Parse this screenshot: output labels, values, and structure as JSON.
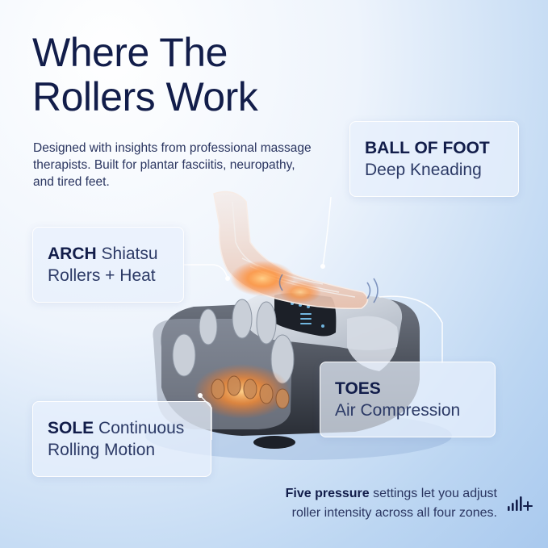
{
  "headline": {
    "line1": "Where The",
    "line2": "Rollers Work"
  },
  "intro": {
    "part1": "Designed with insights from professional massage therapists. ",
    "part2": "Built for plantar fasciitis, neuropathy, and tired feet."
  },
  "callouts": {
    "ball_of_foot": {
      "title": "BALL OF FOOT",
      "desc": "Deep Kneading"
    },
    "arch": {
      "title": "ARCH",
      "desc1": "Shiatsu",
      "desc2": "Rollers + Heat"
    },
    "toes": {
      "title": "TOES",
      "desc": "Air Compression"
    },
    "sole": {
      "title": "SOLE",
      "desc1": "Continuous",
      "desc2": "Rolling Motion"
    }
  },
  "footnote": {
    "bold": "Five pressure",
    "rest1": " settings let you adjust",
    "line2": "roller intensity across all four zones."
  },
  "icons": {
    "pressure": "signal-bars-plus-icon"
  },
  "colors": {
    "accent_navy": "#121d4a",
    "heat_orange": "#ff8a2a",
    "background_blue": "#bcd6f2"
  }
}
